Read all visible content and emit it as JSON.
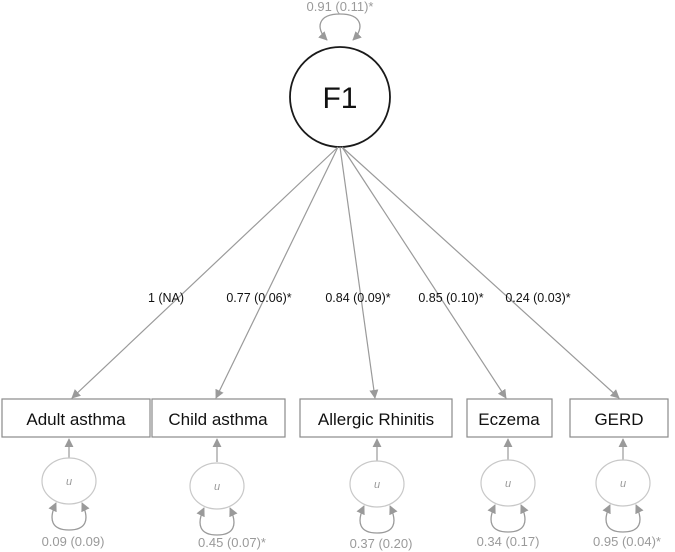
{
  "factor": {
    "label": "F1",
    "variance": "0.91 (0.11)*"
  },
  "indicators": [
    {
      "name": "Adult asthma",
      "loading": "1 (NA)",
      "error_label": "u",
      "error_variance": "0.09 (0.09)"
    },
    {
      "name": "Child asthma",
      "loading": "0.77 (0.06)*",
      "error_label": "u",
      "error_variance": "0.45 (0.07)*"
    },
    {
      "name": "Allergic Rhinitis",
      "loading": "0.84 (0.09)*",
      "error_label": "u",
      "error_variance": "0.37 (0.20)"
    },
    {
      "name": "Eczema",
      "loading": "0.85 (0.10)*",
      "error_label": "u",
      "error_variance": "0.34 (0.17)"
    },
    {
      "name": "GERD",
      "loading": "0.24 (0.03)*",
      "error_label": "u",
      "error_variance": "0.95 (0.04)*"
    }
  ],
  "colors": {
    "factor_stroke": "#1a1a1a",
    "path_stroke": "#9a9a9a",
    "box_stroke": "#8a8a8a",
    "text_dark": "#111111",
    "text_grey": "#9a9a9a"
  }
}
